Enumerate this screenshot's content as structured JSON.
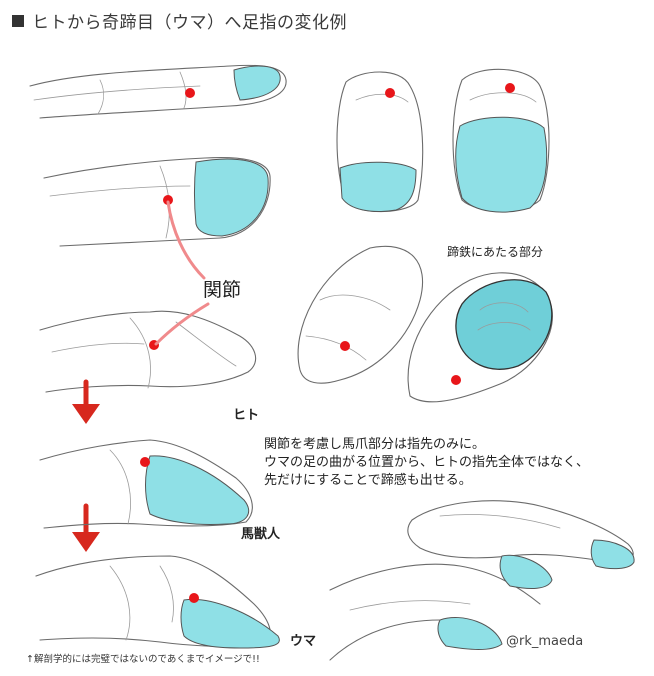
{
  "title": "ヒトから奇蹄目（ウマ）へ足指の変化例",
  "labels": {
    "joint": "関節",
    "hoof_iron": "蹄鉄にあたる部分",
    "human": "ヒト",
    "beastman": "馬獣人",
    "horse": "ウマ"
  },
  "description": [
    "関節を考慮し馬爪部分は指先のみに。",
    "ウマの足の曲がる位置から、ヒトの指先全体ではなく、",
    "先だけにすることで蹄感も出せる。"
  ],
  "credit": "@rk_maeda",
  "footnote": "↑解剖学的には完璧ではないのであくまでイメージで!!",
  "colors": {
    "nail_fill": "#8fe0e6",
    "joint_dot": "#e8161a",
    "arrow": "#d7281e",
    "sketch_line": "#6b6b6b"
  }
}
